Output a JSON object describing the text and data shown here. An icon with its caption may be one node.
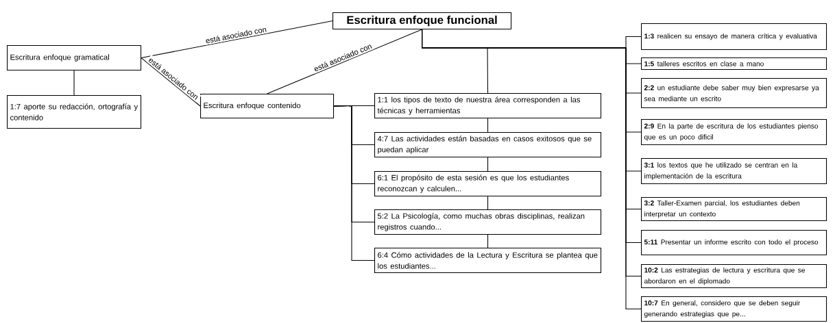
{
  "diagram": {
    "nodes": [
      {
        "text": [
          "Escritura enfoque funcional"
        ]
      },
      {
        "text": [
          "Escritura enfoque gramatical"
        ]
      },
      {
        "text": [
          "1:7 aporte su redacción, ortografía y contenido"
        ]
      },
      {
        "text": [
          "Escritura enfoque contenido"
        ]
      },
      {
        "text": [
          "1:1 los tipos de texto de nuestra área corresponden a las técnicas y herramientas"
        ]
      },
      {
        "text": [
          "4:7 Las actividades están basadas en casos exitosos que se puedan aplicar"
        ]
      },
      {
        "text": [
          "6:1 El propósito de esta sesión es que los estudiantes reconozcan y calculen..."
        ]
      },
      {
        "text": [
          "5:2 La Psicología, como muchas obras disciplinas, realizan registros cuando..."
        ]
      },
      {
        "text": [
          "6:4 Cómo actividades de la Lectura y Escritura se plantea que los estudiantes..."
        ]
      },
      {
        "text": [
          "**1:3** realicen su ensayo de manera crítica y evaluativa"
        ]
      },
      {
        "text": [
          "**1:5** talleres escritos en clase a mano"
        ]
      },
      {
        "text": [
          "**2:2** un estudiante debe saber muy bien expresarse ya sea mediante un escrito"
        ]
      },
      {
        "text": [
          "**2:9** En la parte de escritura de los estudiantes pienso que es un poco dificil"
        ]
      },
      {
        "text": [
          "**3:1** los textos que he utilizado se centran en la implementación de la escritura"
        ]
      },
      {
        "text": [
          "**3:2** Taller-Examen parcial, los estudiantes deben interpretar un contexto"
        ]
      },
      {
        "text": [
          "**5:11** Presentar un informe escrito con todo el proceso"
        ]
      },
      {
        "text": [
          "**10:2** Las estrategias de lectura y escritura que se abordaron en el diplomado"
        ]
      },
      {
        "text": [
          "**10:7** En general, considero que se deben seguir generando estrategias que pe..."
        ]
      }
    ],
    "edges": [
      {
        "from": 1,
        "to": 0,
        "arrow": "none",
        "label": "está asociado con"
      },
      {
        "from": 1,
        "to": 3,
        "arrow": "none",
        "label": "está asociado con"
      },
      {
        "from": 3,
        "to": 0,
        "arrow": "none",
        "label": "está asociado con"
      },
      {
        "from": 1,
        "to": 2,
        "arrow": "none"
      },
      {
        "from": 0,
        "to": 4,
        "arrow": "none"
      },
      {
        "from": 4,
        "to": 5,
        "arrow": "none"
      },
      {
        "from": 5,
        "to": 6,
        "arrow": "none"
      },
      {
        "from": 6,
        "to": 7,
        "arrow": "none"
      },
      {
        "from": 7,
        "to": 8,
        "arrow": "none"
      },
      {
        "from": 3,
        "to": 4,
        "arrow": "none"
      },
      {
        "from": 3,
        "to": 5,
        "arrow": "none"
      },
      {
        "from": 3,
        "to": 6,
        "arrow": "none"
      },
      {
        "from": 3,
        "to": 7,
        "arrow": "none"
      },
      {
        "from": 3,
        "to": 8,
        "arrow": "none"
      },
      {
        "from": 0,
        "to": 9,
        "arrow": "none"
      },
      {
        "from": 0,
        "to": 10,
        "arrow": "none"
      },
      {
        "from": 0,
        "to": 11,
        "arrow": "none"
      },
      {
        "from": 0,
        "to": 12,
        "arrow": "none"
      },
      {
        "from": 0,
        "to": 13,
        "arrow": "none"
      },
      {
        "from": 0,
        "to": 14,
        "arrow": "none"
      },
      {
        "from": 0,
        "to": 15,
        "arrow": "none"
      },
      {
        "from": 0,
        "to": 16,
        "arrow": "none"
      },
      {
        "from": 0,
        "to": 17,
        "arrow": "none"
      }
    ]
  }
}
